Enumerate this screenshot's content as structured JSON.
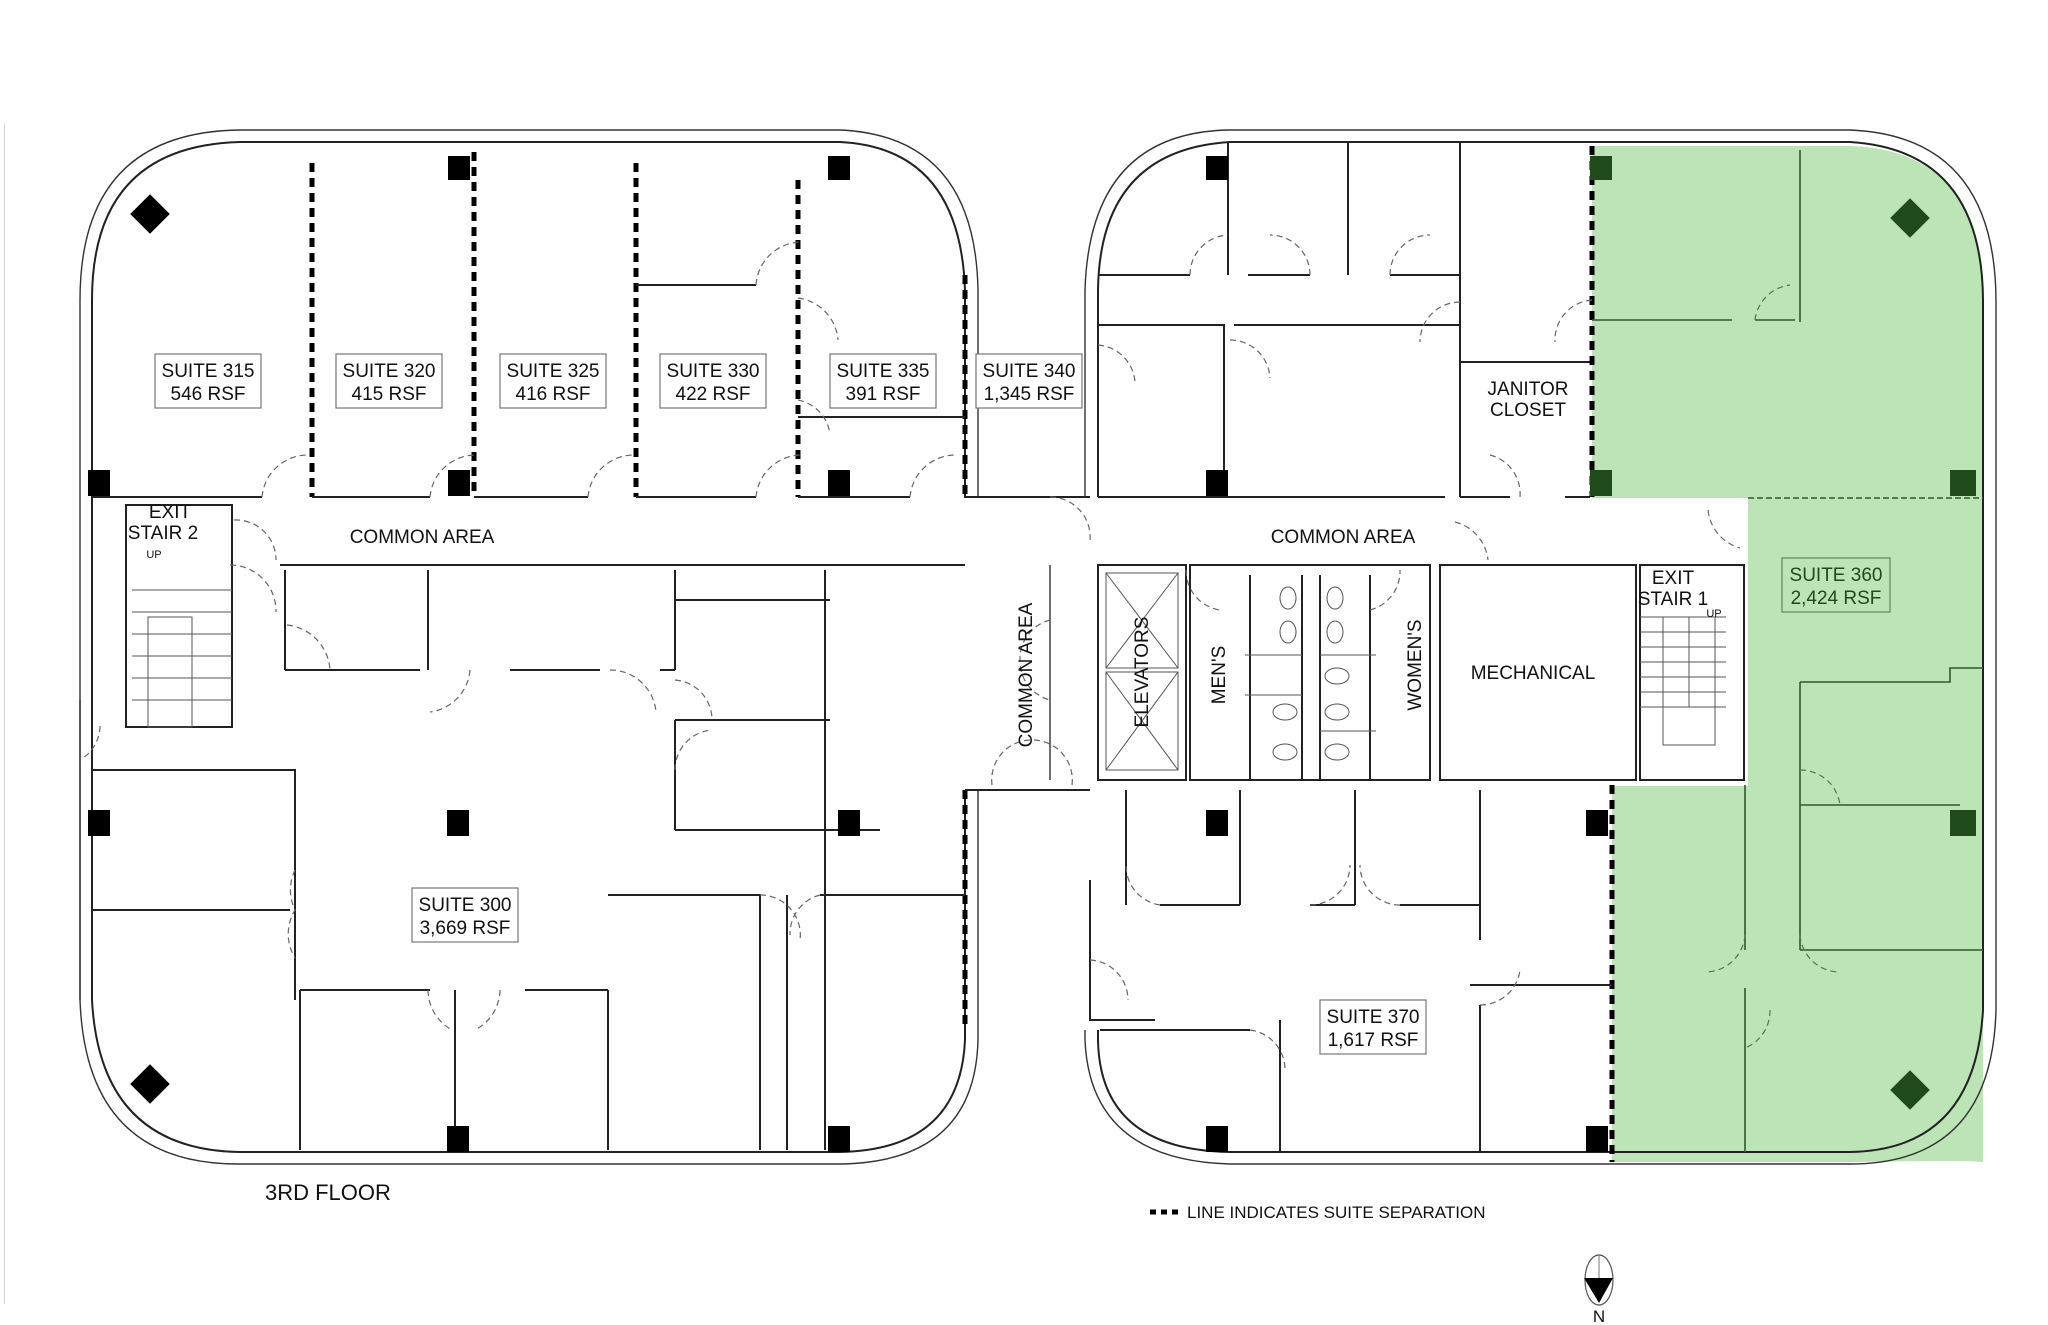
{
  "floor": {
    "title": "3RD FLOOR"
  },
  "legend": {
    "separator_text": "LINE INDICATES SUITE SEPARATION"
  },
  "compass": {
    "label": "N",
    "icon": "north-arrow-icon"
  },
  "colors": {
    "highlight_fill": "#bce4b6",
    "highlight_dark": "#1f4a1a",
    "wall": "#222222"
  },
  "suites": [
    {
      "id": "315",
      "name": "SUITE 315",
      "rsf": "546 RSF",
      "highlighted": false
    },
    {
      "id": "320",
      "name": "SUITE 320",
      "rsf": "415 RSF",
      "highlighted": false
    },
    {
      "id": "325",
      "name": "SUITE 325",
      "rsf": "416 RSF",
      "highlighted": false
    },
    {
      "id": "330",
      "name": "SUITE 330",
      "rsf": "422 RSF",
      "highlighted": false
    },
    {
      "id": "335",
      "name": "SUITE 335",
      "rsf": "391 RSF",
      "highlighted": false
    },
    {
      "id": "340",
      "name": "SUITE 340",
      "rsf": "1,345 RSF",
      "highlighted": false
    },
    {
      "id": "360",
      "name": "SUITE 360",
      "rsf": "2,424 RSF",
      "highlighted": true
    },
    {
      "id": "300",
      "name": "SUITE 300",
      "rsf": "3,669 RSF",
      "highlighted": false
    },
    {
      "id": "370",
      "name": "SUITE 370",
      "rsf": "1,617 RSF",
      "highlighted": false
    }
  ],
  "rooms": {
    "common_area_west": "COMMON AREA",
    "common_area_east": "COMMON AREA",
    "common_area_center": "COMMON AREA",
    "elevators": "ELEVATORS",
    "mens": "MEN'S",
    "womens": "WOMEN'S",
    "mechanical": "MECHANICAL",
    "janitor_line1": "JANITOR",
    "janitor_line2": "CLOSET",
    "exit_stair_1_line1": "EXIT",
    "exit_stair_1_line2": "STAIR 1",
    "exit_stair_1_up": "UP",
    "exit_stair_2_line1": "EXIT",
    "exit_stair_2_line2": "STAIR 2",
    "exit_stair_2_up": "UP"
  }
}
